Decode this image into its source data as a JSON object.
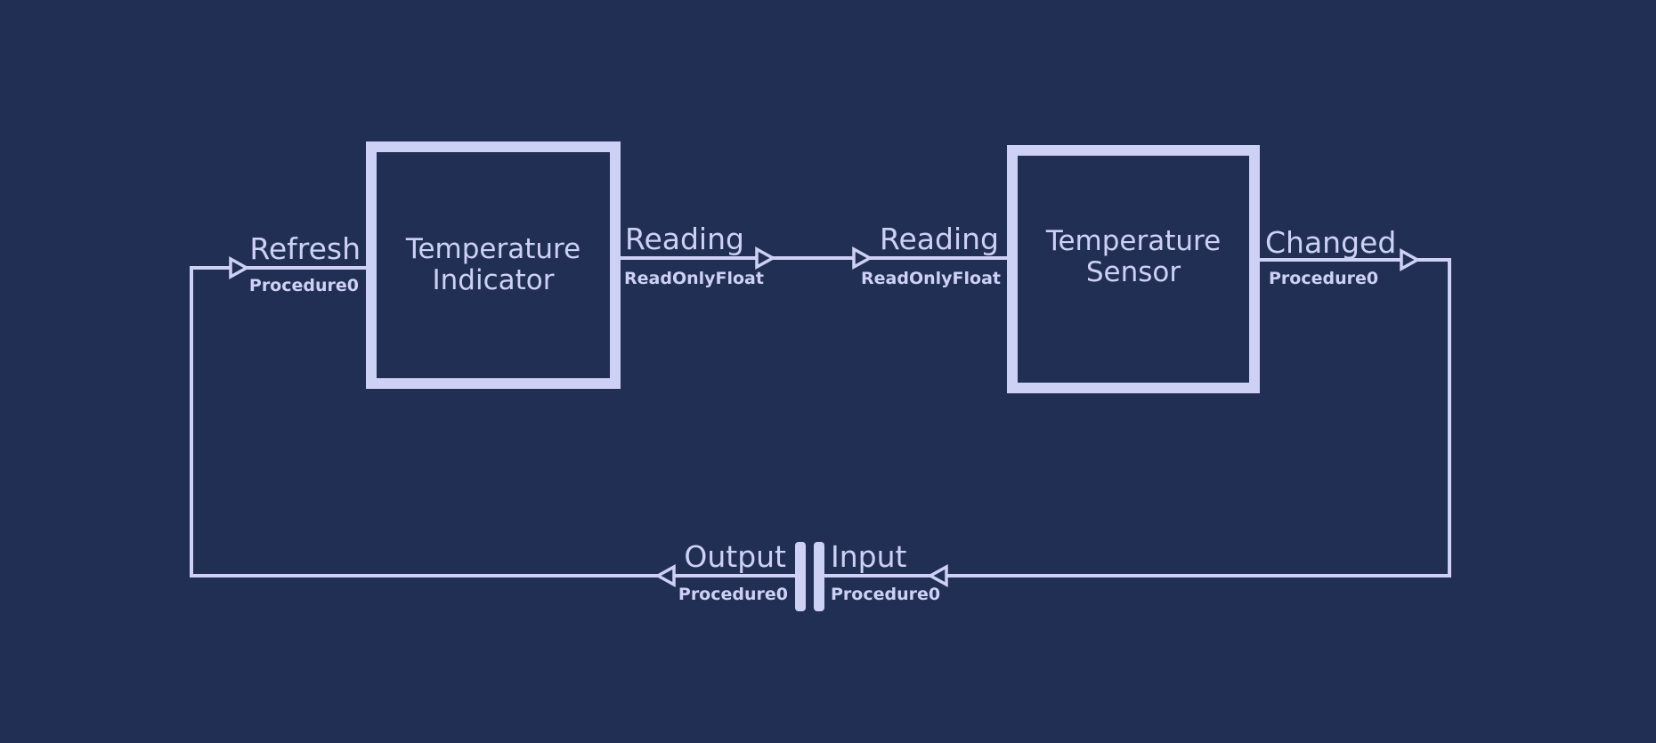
{
  "colors": {
    "background": "#212f54",
    "foreground": "#cdd1f6"
  },
  "diagram": {
    "nodes": [
      {
        "id": "temperature-indicator",
        "title_line1": "Temperature",
        "title_line2": "Indicator"
      },
      {
        "id": "temperature-sensor",
        "title_line1": "Temperature",
        "title_line2": "Sensor"
      }
    ],
    "ports": {
      "refresh": {
        "label": "Refresh",
        "type": "Procedure0"
      },
      "indicator_reading": {
        "label": "Reading",
        "type": "ReadOnlyFloat"
      },
      "sensor_reading": {
        "label": "Reading",
        "type": "ReadOnlyFloat"
      },
      "changed": {
        "label": "Changed",
        "type": "Procedure0"
      },
      "output": {
        "label": "Output",
        "type": "Procedure0"
      },
      "input": {
        "label": "Input",
        "type": "Procedure0"
      }
    },
    "icons": {
      "arrow_right": "open-triangle-right",
      "arrow_left": "open-triangle-left",
      "connector": "double-bar-connector"
    }
  }
}
